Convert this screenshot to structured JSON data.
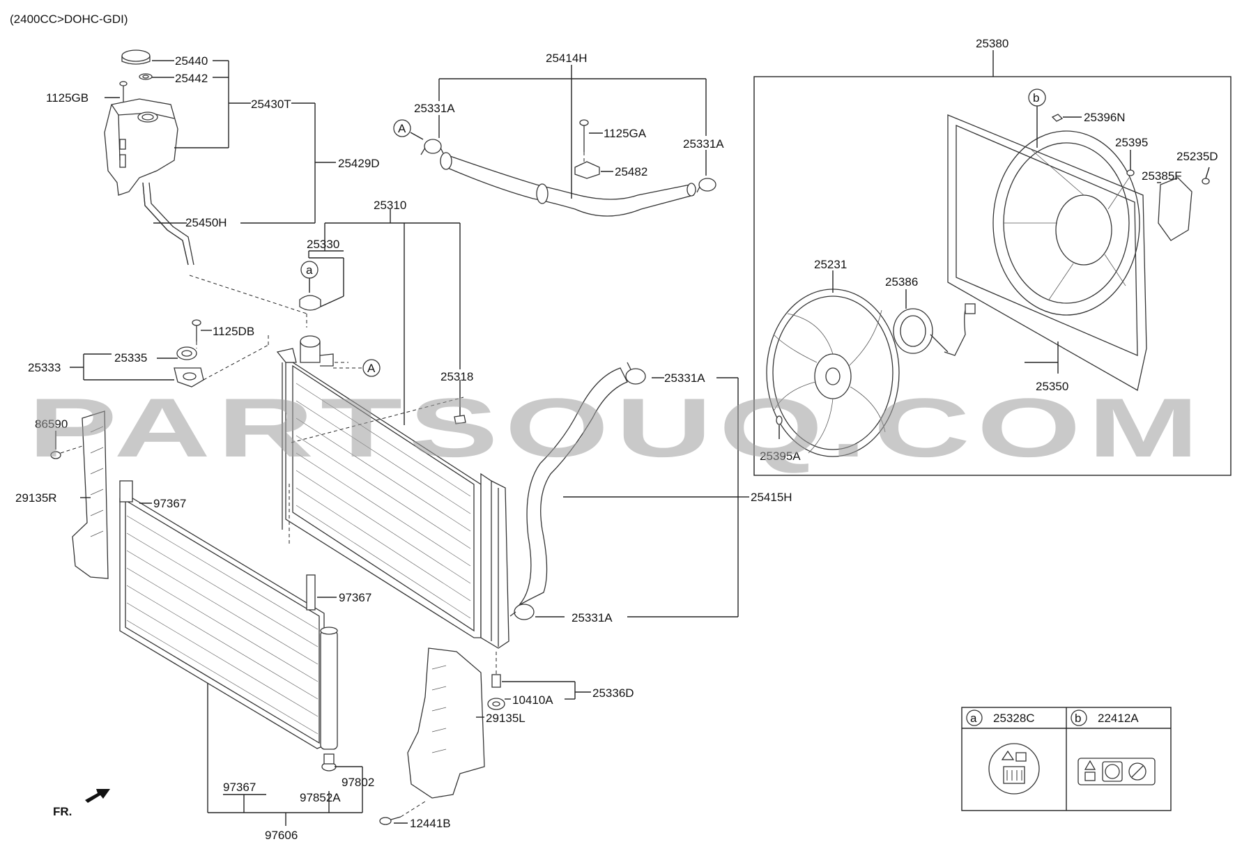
{
  "engine_spec": "(2400CC>DOHC-GDI)",
  "watermark": "PARTSOUQ.COM",
  "front_label": "FR.",
  "parts": {
    "p25440": "25440",
    "p25442": "25442",
    "p1125GB": "1125GB",
    "p25430T": "25430T",
    "p25429D": "25429D",
    "p25450H": "25450H",
    "p25414H": "25414H",
    "p25331A_1": "25331A",
    "p1125GA": "1125GA",
    "p25331A_2": "25331A",
    "p25482": "25482",
    "p25310": "25310",
    "p25330": "25330",
    "p1125DB": "1125DB",
    "p25335": "25335",
    "p25333": "25333",
    "p25318": "25318",
    "p25331A_3": "25331A",
    "p86590": "86590",
    "p29135R": "29135R",
    "p97367_1": "97367",
    "p25415H": "25415H",
    "p97367_2": "97367",
    "p25331A_4": "25331A",
    "p25336D": "25336D",
    "p10410A": "10410A",
    "p29135L": "29135L",
    "p97367_3": "97367",
    "p97802": "97802",
    "p97852A": "97852A",
    "p97606": "97606",
    "p12441B": "12441B",
    "p25380": "25380",
    "p25396N": "25396N",
    "p25395": "25395",
    "p25235D": "25235D",
    "p25385F": "25385F",
    "p25231": "25231",
    "p25386": "25386",
    "p25350": "25350",
    "p25395A": "25395A"
  },
  "callouts": {
    "A": "A",
    "a": "a",
    "b": "b"
  },
  "legend": {
    "a_letter": "a",
    "a_part": "25328C",
    "b_letter": "b",
    "b_part": "22412A"
  }
}
